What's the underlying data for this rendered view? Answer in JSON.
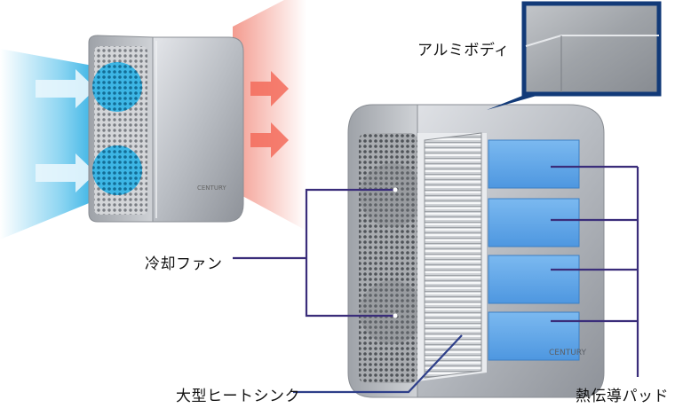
{
  "labels": {
    "aluminum_body": "アルミボディ",
    "cooling_fan": "冷却ファン",
    "heat_sink": "大型ヒートシンク",
    "thermal_pad": "熱伝導パッド"
  },
  "brand": {
    "logo_text": "CENTURY"
  },
  "colors": {
    "intake_air": "#38b6e8",
    "exhaust_air": "#f07a6a",
    "leader_line": "#3a2d7a",
    "pad_blue": "#5aa3e8",
    "zoom_frame": "#123a78"
  }
}
